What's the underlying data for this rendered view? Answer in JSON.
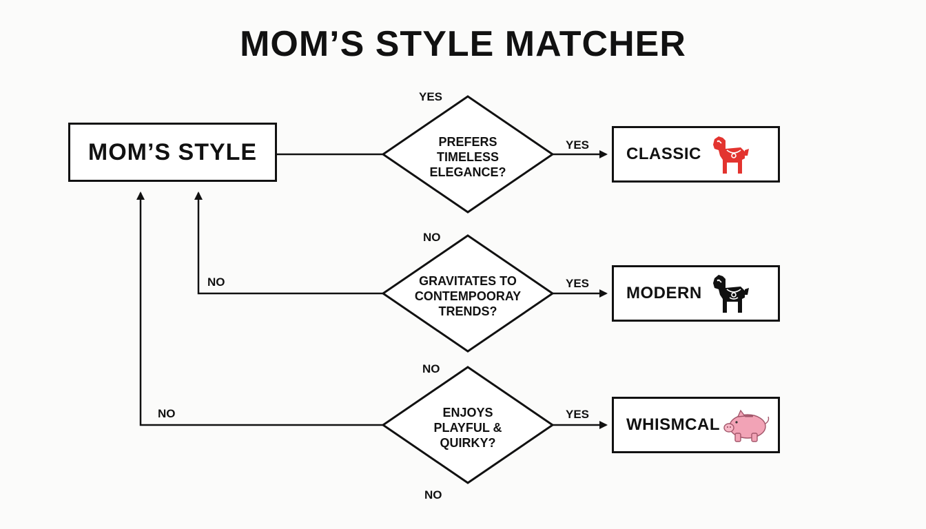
{
  "title": "MOM’S STYLE MATCHER",
  "start": {
    "label": "MOM’S STYLE"
  },
  "questions": [
    {
      "lines": [
        "PREFERS",
        "TIMELESS",
        "ELEGANCE?"
      ],
      "yes": "YES",
      "no": "NO",
      "yes_top": "YES"
    },
    {
      "lines": [
        "GRAVITATES TO",
        "CONTEMPOORAY",
        "TRENDS?"
      ],
      "yes": "YES",
      "no_left": "NO",
      "no_below": "NO"
    },
    {
      "lines": [
        "ENJOYS",
        "PLAYFUL &",
        "QUIRKY?"
      ],
      "yes": "YES",
      "no_left": "NO",
      "no_below": "NO"
    }
  ],
  "results": [
    {
      "label": "CLASSIC",
      "icon": "red-dala-horse-icon",
      "color": "#e3342f"
    },
    {
      "label": "MODERN",
      "icon": "black-dala-horse-icon",
      "color": "#111111"
    },
    {
      "label": "WHISMCAL",
      "icon": "pink-piggy-bank-icon",
      "color": "#f2a3b6"
    }
  ]
}
